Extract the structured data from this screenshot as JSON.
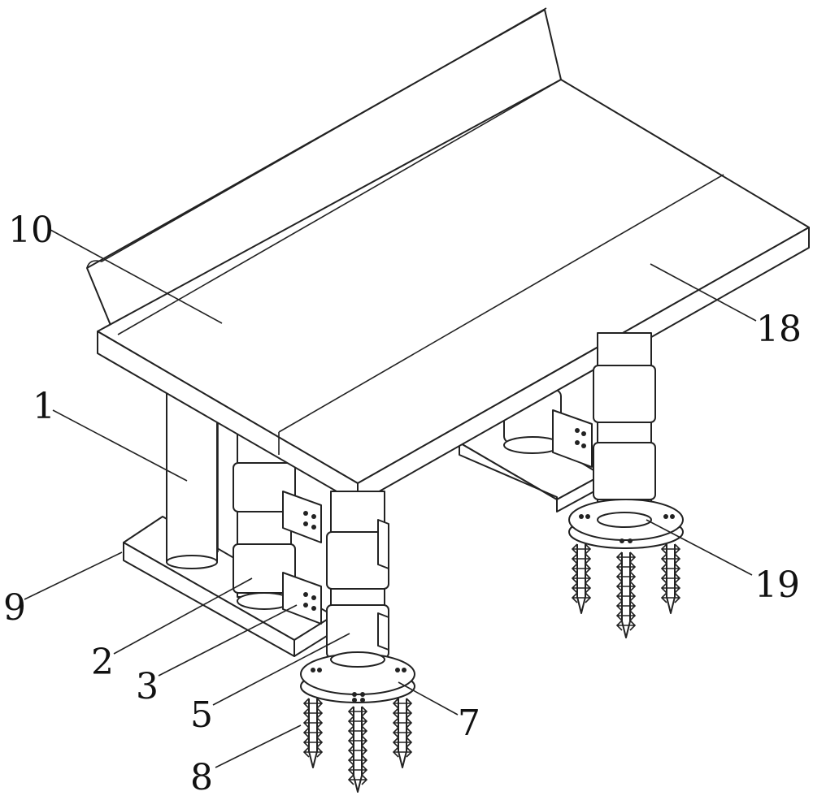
{
  "figure": {
    "type": "patent perspective drawing",
    "labels": [
      "10",
      "18",
      "1",
      "9",
      "2",
      "3",
      "5",
      "7",
      "8",
      "19"
    ]
  },
  "colors": {
    "line": "#222222",
    "background": "#ffffff"
  }
}
